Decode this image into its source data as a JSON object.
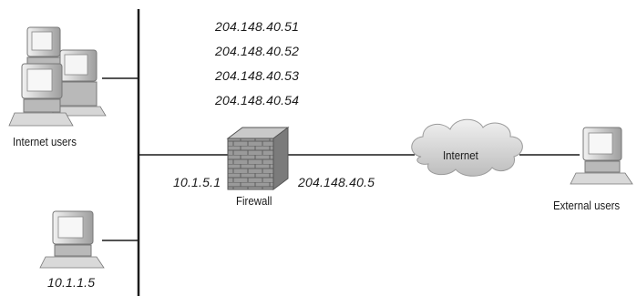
{
  "labels": {
    "internet_users": "Internet users",
    "firewall": "Firewall",
    "internet": "Internet",
    "external_users": "External users"
  },
  "ips": {
    "nat_pool": [
      "204.148.40.51",
      "204.148.40.52",
      "204.148.40.53",
      "204.148.40.54"
    ],
    "firewall_inside": "10.1.5.1",
    "firewall_outside": "204.148.40.5",
    "host": "10.1.1.5"
  },
  "colors": {
    "line": "#1a1a1a",
    "brick": "#8c8c8c",
    "cloud": "#d6d6d6",
    "computer": "#c8c8c8"
  }
}
